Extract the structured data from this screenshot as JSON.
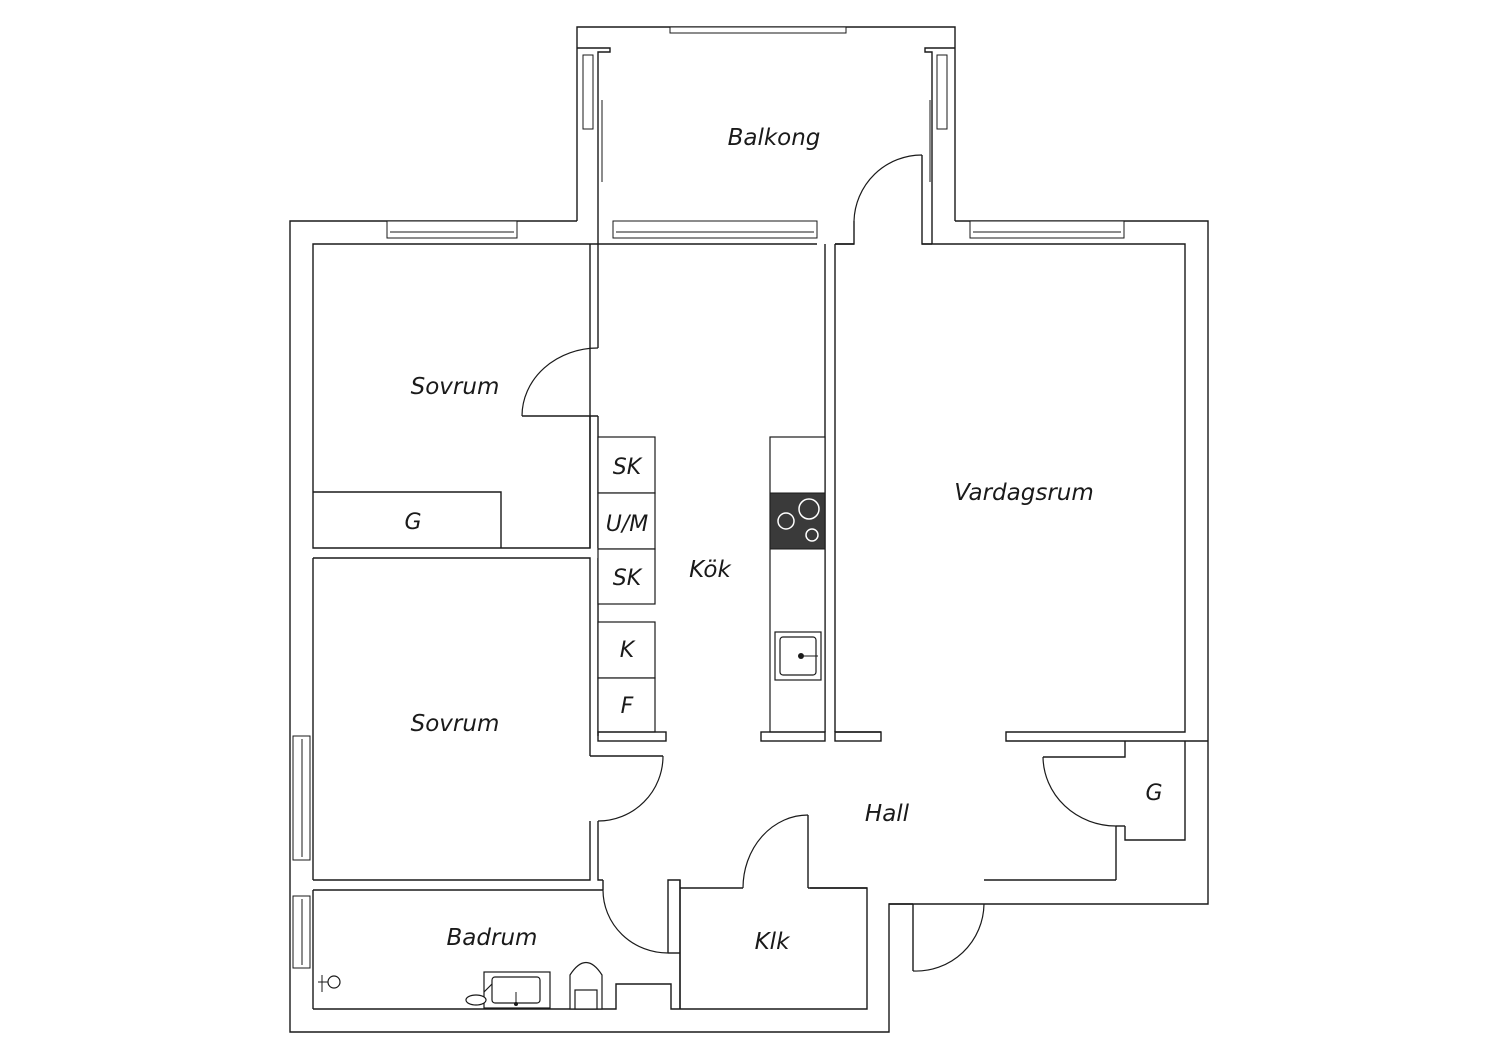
{
  "rooms": {
    "balkong": "Balkong",
    "sovrum_top": "Sovrum",
    "sovrum_bottom": "Sovrum",
    "kok": "Kök",
    "vardagsrum": "Vardagsrum",
    "hall": "Hall",
    "badrum": "Badrum",
    "klk": "Klk"
  },
  "fixtures": {
    "garderob_sovrum": "G",
    "garderob_hall": "G",
    "skap_1": "SK",
    "ugn_mikro": "U/M",
    "skap_2": "SK",
    "kyl": "K",
    "frys": "F"
  },
  "colors": {
    "line": "#1a1a1a",
    "stove": "#3a3a3a",
    "background": "#ffffff"
  }
}
